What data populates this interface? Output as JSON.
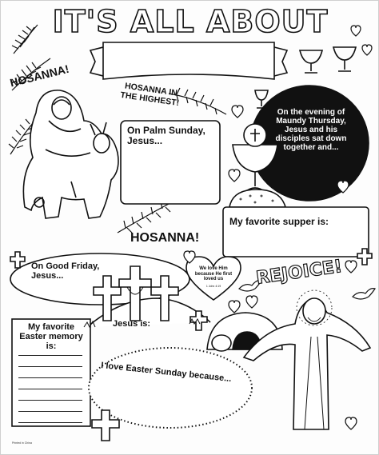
{
  "title": "IT'S ALL ABOUT",
  "headings": {
    "hosanna_top": "HOSANNA!",
    "hosanna_highest": "HOSANNA IN THE HIGHEST!",
    "hosanna_bottom": "HOSANNA!",
    "rejoice": "REJOICE!"
  },
  "prompts": {
    "palm_sunday": "On Palm Sunday, Jesus...",
    "maundy_thursday": "On the evening of Maundy Thursday, Jesus and his disciples sat down together and...",
    "favorite_supper": "My favorite supper is:",
    "good_friday": "On Good Friday, Jesus...",
    "favorite_easter_memory": "My favorite Easter memory is:",
    "jesus_is": "Jesus is:",
    "easter_sunday": "I love Easter Sunday because..."
  },
  "heart_verse": {
    "text": "We love Him because He first loved us",
    "reference": "1 John 4:19"
  },
  "footer": "Printed in China",
  "colors": {
    "ink": "#111111",
    "paper": "#fdfdfd"
  }
}
